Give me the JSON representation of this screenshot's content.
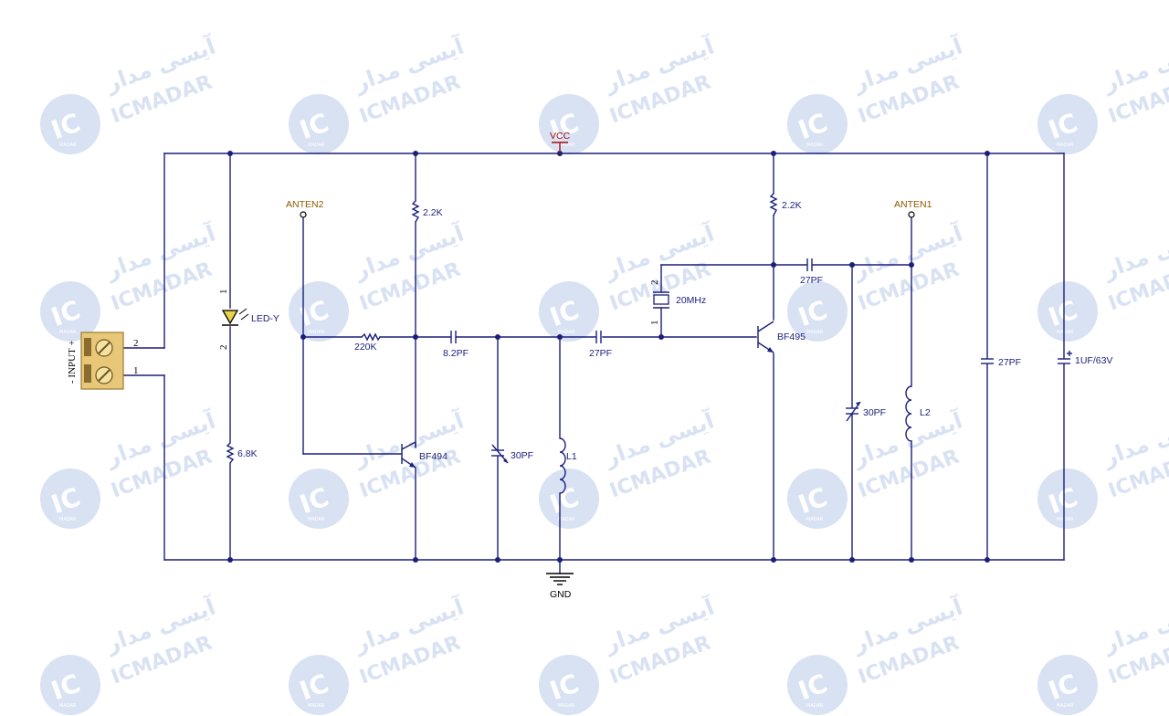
{
  "watermark": {
    "fa": "آیسی مدار",
    "en": "ICMADAR",
    "logo": "IC",
    "logo_sub": "MADAR",
    "color": "#d9e2f3"
  },
  "colors": {
    "wire": "#1b1f7a",
    "net": "#8a5a00",
    "vcc": "#a01010",
    "connector": "#e8c878"
  },
  "nets": {
    "vcc": "VCC",
    "gnd": "GND",
    "anten1": "ANTEN1",
    "anten2": "ANTEN2"
  },
  "connector": {
    "label": "- INPUT +",
    "pin1": "1",
    "pin2": "2"
  },
  "components": {
    "led": {
      "name": "LED-Y",
      "pin1": "1",
      "pin2": "2"
    },
    "r_led": "6.8K",
    "r1": "2.2K",
    "r2": "2.2K",
    "r_base": "220K",
    "c1": "8.2PF",
    "c2": "27PF",
    "c3": "27PF",
    "c4": "27PF",
    "c5": "1UF/63V",
    "vc1": "30PF",
    "vc2": "30PF",
    "l1": "L1",
    "l2": "L2",
    "q1": "BF494",
    "q2": "BF495",
    "xtal": {
      "name": "20MHz",
      "pin1": "1",
      "pin2": "2"
    }
  }
}
